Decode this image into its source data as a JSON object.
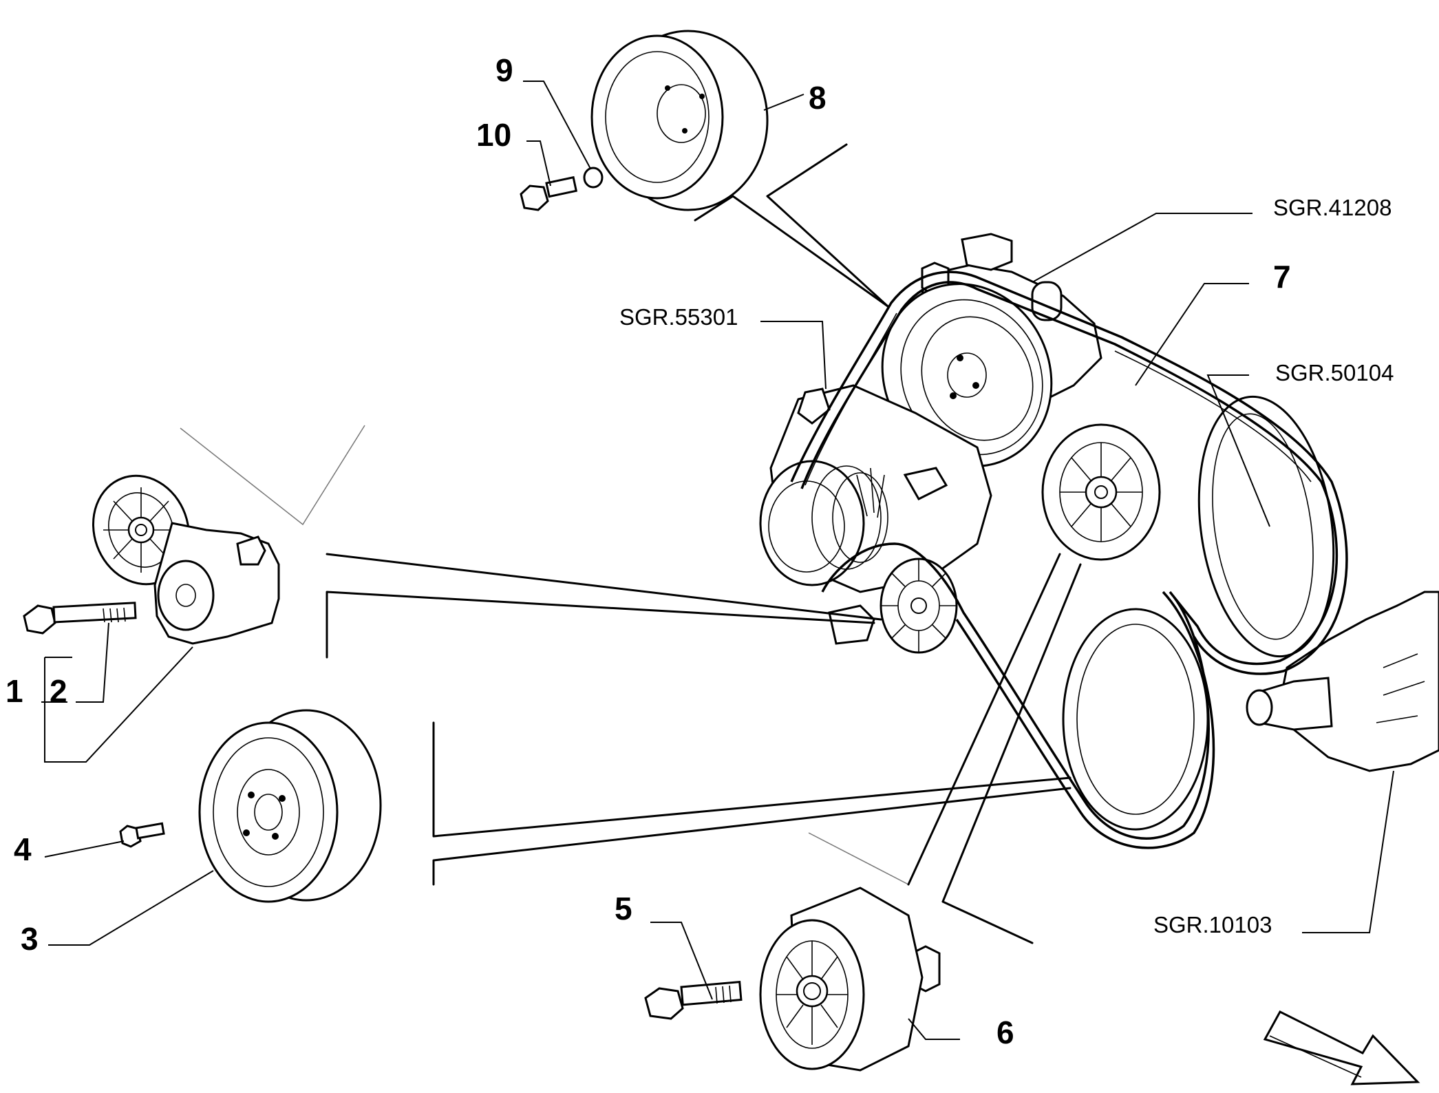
{
  "callouts": {
    "n1": "1",
    "n2": "2",
    "n3": "3",
    "n4": "4",
    "n5": "5",
    "n6": "6",
    "n7": "7",
    "n8": "8",
    "n9": "9",
    "n10": "10"
  },
  "references": {
    "r41208": "SGR.41208",
    "r55301": "SGR.55301",
    "r50104": "SGR.50104",
    "r10103": "SGR.10103"
  },
  "colors": {
    "ink": "#000000",
    "paper": "#ffffff"
  },
  "icons": {
    "direction_arrow": "arrow-down-right-icon"
  }
}
